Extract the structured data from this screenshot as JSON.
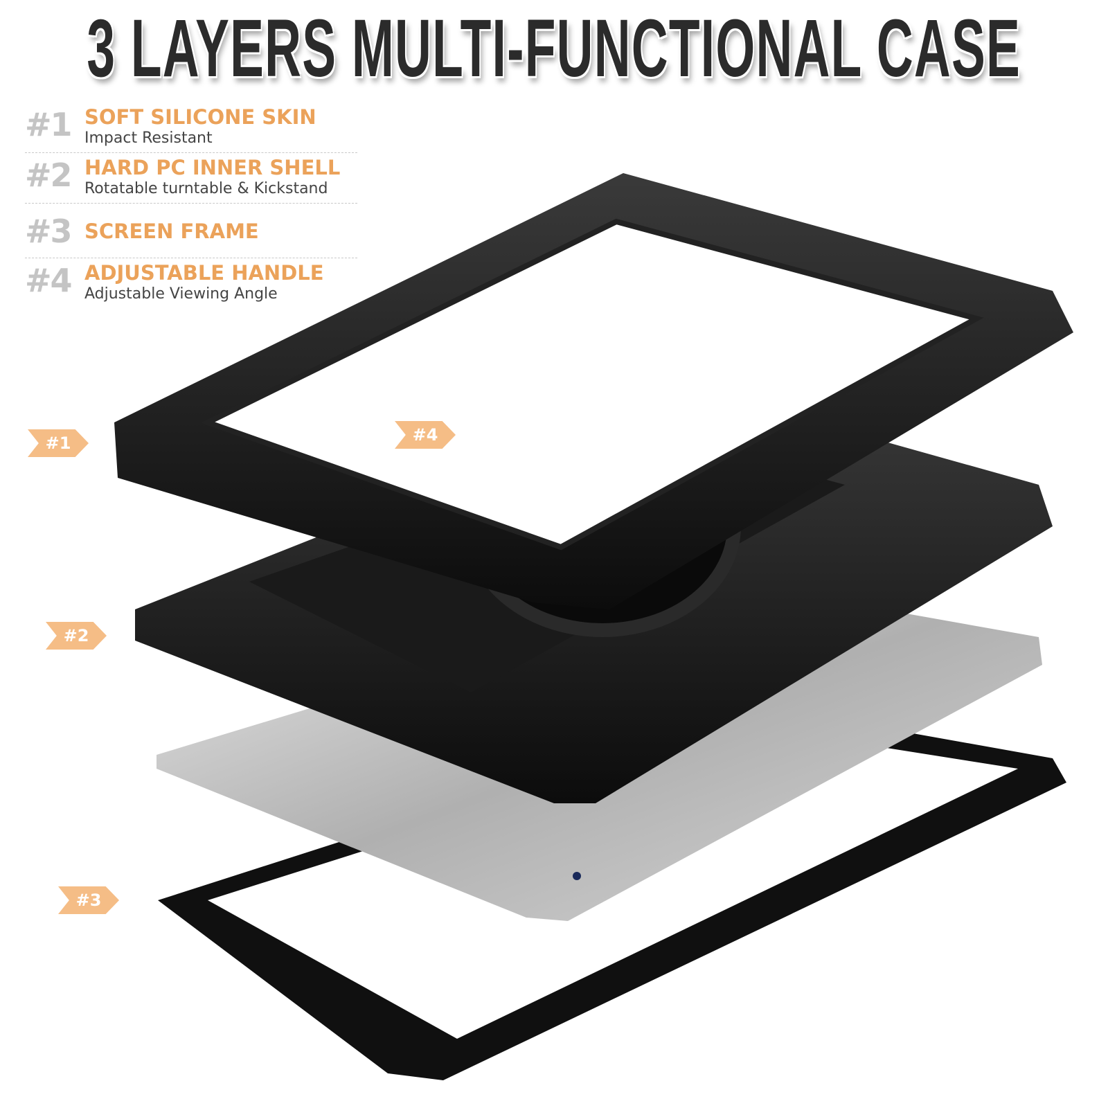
{
  "title": "3 LAYERS MULTI-FUNCTIONAL CASE",
  "features": [
    {
      "number": "#1",
      "heading": "SOFT SILICONE SKIN",
      "subtitle": "Impact Resistant"
    },
    {
      "number": "#2",
      "heading": "HARD PC INNER SHELL",
      "subtitle": "Rotatable turntable & Kickstand"
    },
    {
      "number": "#3",
      "heading": "SCREEN FRAME",
      "subtitle": ""
    },
    {
      "number": "#4",
      "heading": "ADJUSTABLE HANDLE",
      "subtitle": "Adjustable Viewing Angle"
    }
  ],
  "callouts": [
    {
      "label": "#1"
    },
    {
      "label": "#4"
    },
    {
      "label": "#2"
    },
    {
      "label": "#3"
    }
  ],
  "colors": {
    "accent": "#eba25a",
    "tag": "#f5bd86",
    "number": "#c4c4c4",
    "case": "#151515",
    "tablet": "#b9b9b9"
  }
}
